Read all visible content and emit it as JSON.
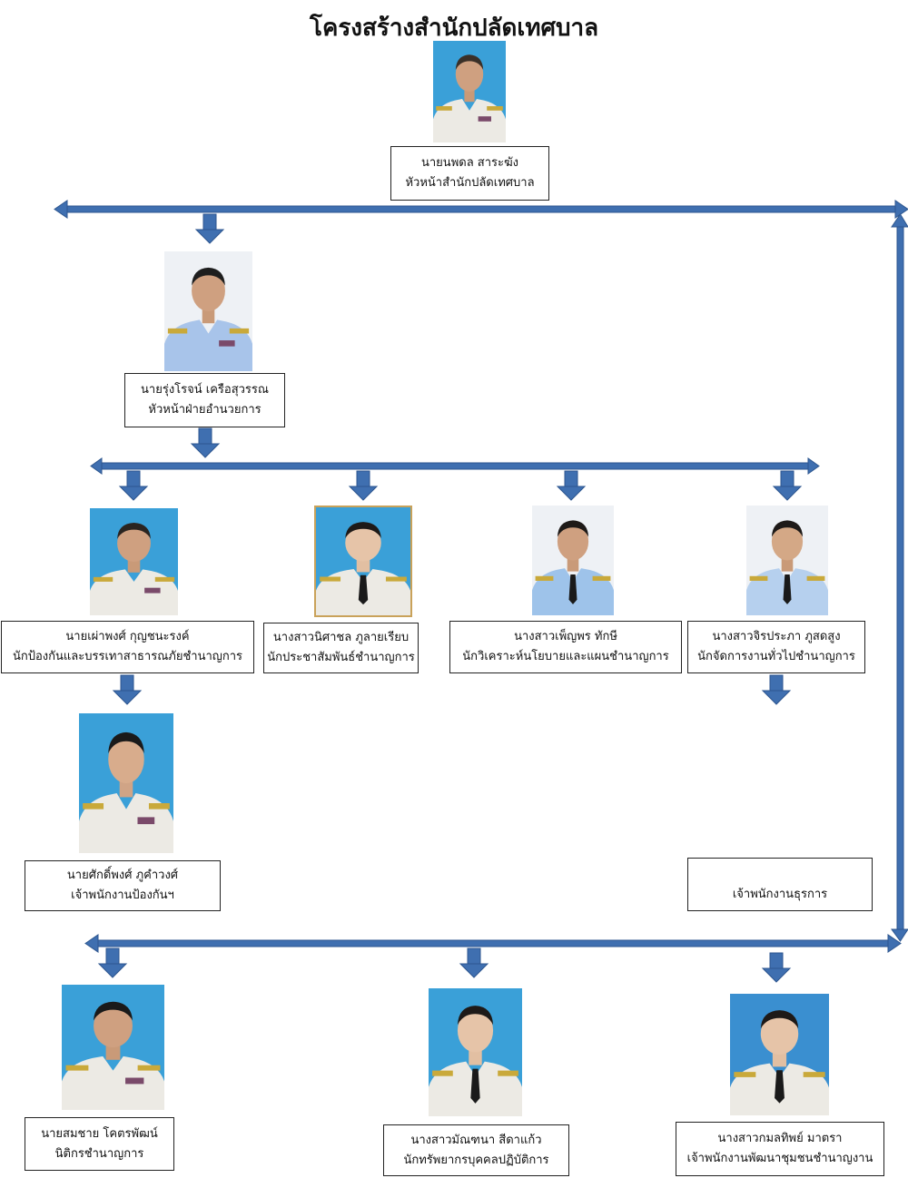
{
  "title": "โครงสร้างสำนักปลัดเทศบาล",
  "colors": {
    "connector": "#3f6fb0",
    "connector_dark": "#2d568f",
    "photo_bg_blue": "#3aa0d8",
    "photo_bg_light": "#eef1f5"
  },
  "director": {
    "name": "นายนพดล  สาระฆัง",
    "position": "หัวหน้าสำนักปลัดเทศบาล"
  },
  "admin_head": {
    "name": "นายรุ่งโรจน์  เครือสุวรรณ",
    "position": "หัวหน้าฝ่ายอำนวยการ"
  },
  "staff": [
    {
      "name": "นายเผ่าพงศ์  กุญชนะรงค์",
      "position": "นักป้องกันและบรรเทาสาธารณภัยชำนาญการ"
    },
    {
      "name": "นางสาวนิศาชล  ภูลายเรียบ",
      "position": "นักประชาสัมพันธ์ชำนาญการ"
    },
    {
      "name": "นางสาวเพ็ญพร  ทักษี",
      "position": "นักวิเคราะห์นโยบายและแผนชำนาญการ"
    },
    {
      "name": "นางสาวจิรประภา  ภูสดสูง",
      "position": "นักจัดการงานทั่วไปชำนาญการ"
    }
  ],
  "sub_staff": [
    {
      "name": "นายศักดิ์พงศ์ ภูคำวงศ์",
      "position": "เจ้าพนักงานป้องกันฯ"
    },
    {
      "name": "",
      "position": "เจ้าพนักงานธุรการ"
    }
  ],
  "bottom_staff": [
    {
      "name": "นายสมชาย  โคตรพัฒน์",
      "position": "นิติกรชำนาญการ"
    },
    {
      "name": "นางสาวมัณฑนา  สีดาแก้ว",
      "position": "นักทรัพยากรบุคคลปฏิบัติการ"
    },
    {
      "name": "นางสาวกมลทิพย์ มาตรา",
      "position": "เจ้าพนักงานพัฒนาชุมชนชำนาญงาน"
    }
  ]
}
